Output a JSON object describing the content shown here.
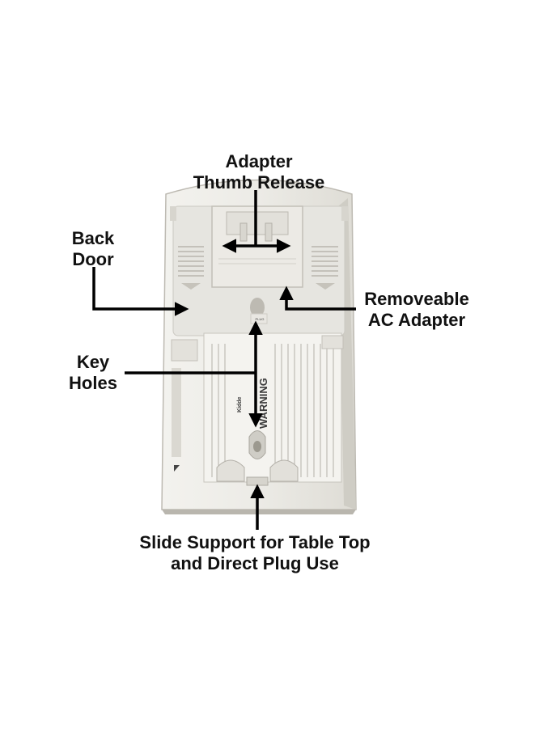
{
  "callouts": {
    "adapter_release": {
      "line1": "Adapter",
      "line2": "Thumb Release"
    },
    "back_door": {
      "line1": "Back",
      "line2": "Door"
    },
    "ac_adapter": {
      "line1": "Removeable",
      "line2": "AC Adapter"
    },
    "key_holes": {
      "line1": "Key",
      "line2": "Holes"
    },
    "slide_support": {
      "line1": "Slide Support for Table Top",
      "line2": "and Direct Plug Use"
    }
  },
  "device_label": {
    "brand": "Kidde",
    "warning": "WARNING"
  },
  "colors": {
    "arrow": "#000000",
    "housing": "#ecebe6",
    "housing_shadow": "#c9c7c0",
    "label_sticker": "#f4f3ef"
  }
}
